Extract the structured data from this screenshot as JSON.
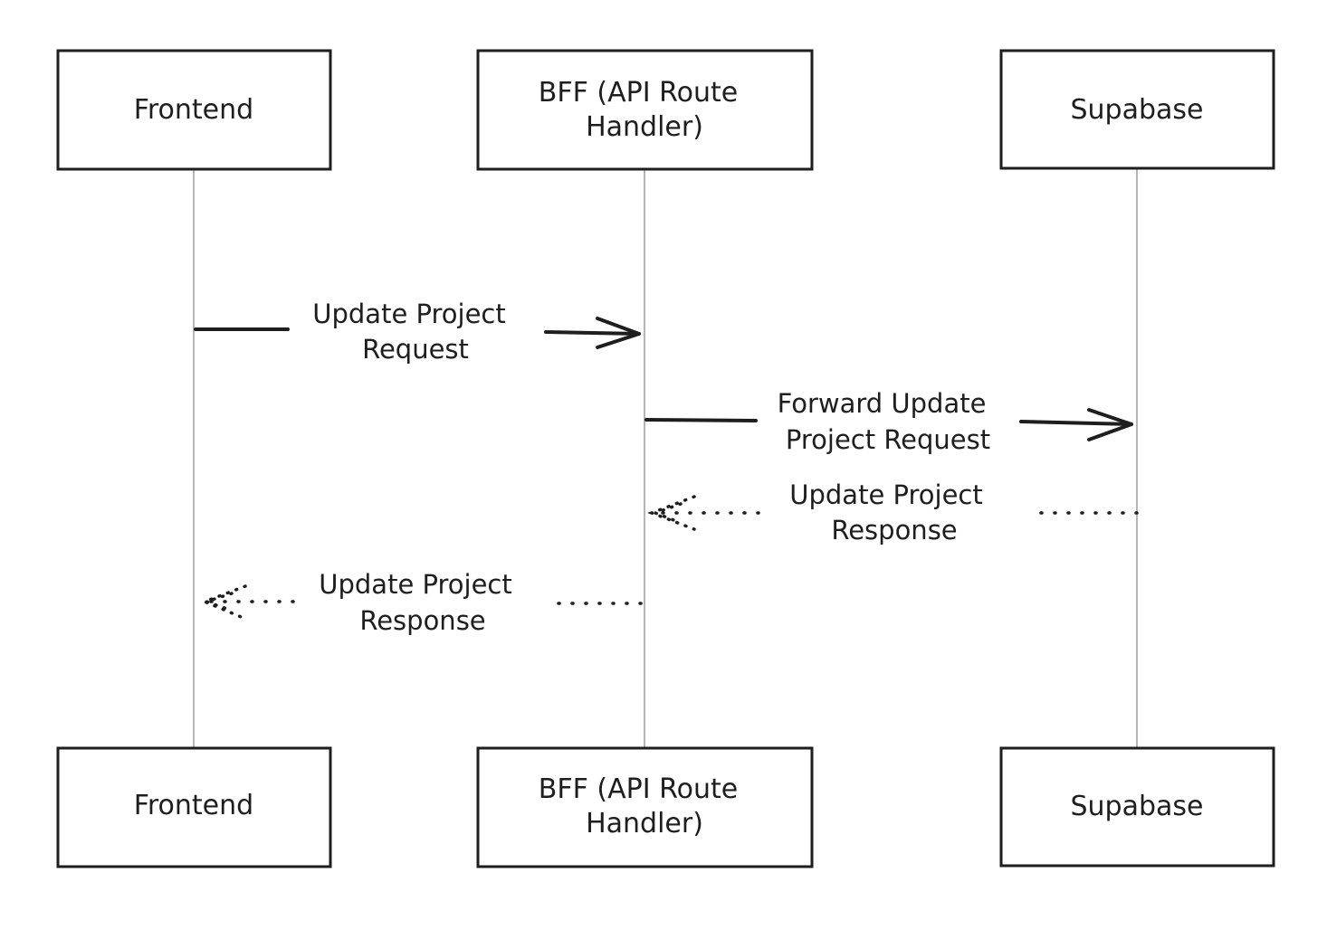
{
  "participants": [
    {
      "id": "frontend",
      "label_lines": [
        "Frontend"
      ]
    },
    {
      "id": "bff",
      "label_lines": [
        "BFF (API Route",
        "Handler)"
      ]
    },
    {
      "id": "supabase",
      "label_lines": [
        "Supabase"
      ]
    }
  ],
  "messages": [
    {
      "from": "frontend",
      "to": "bff",
      "style": "solid",
      "label_lines": [
        "Update Project",
        "Request"
      ]
    },
    {
      "from": "bff",
      "to": "supabase",
      "style": "solid",
      "label_lines": [
        "Forward Update",
        "Project Request"
      ]
    },
    {
      "from": "supabase",
      "to": "bff",
      "style": "dotted",
      "label_lines": [
        "Update Project",
        "Response"
      ]
    },
    {
      "from": "bff",
      "to": "frontend",
      "style": "dotted",
      "label_lines": [
        "Update Project",
        "Response"
      ]
    }
  ]
}
